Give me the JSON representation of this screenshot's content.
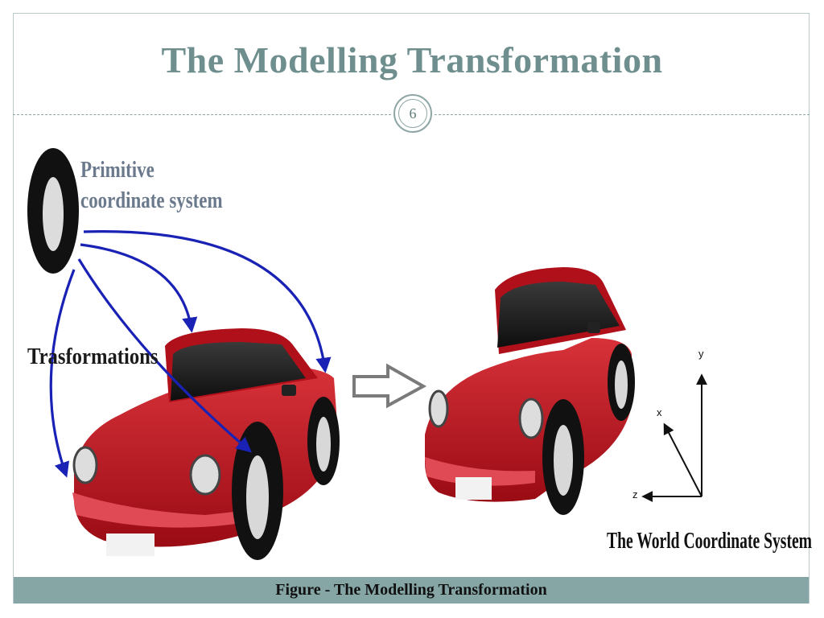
{
  "slide": {
    "title": "The Modelling Transformation",
    "page_number": "6"
  },
  "figure": {
    "label_primitive_line1": "Primitive",
    "label_primitive_line2": "coordinate system",
    "label_transformations": "Trasformations",
    "label_world": "The World Coordinate System",
    "axis_y": "y",
    "axis_x": "x",
    "axis_z": "z",
    "caption": "Figure - The Modelling Transformation"
  },
  "colors": {
    "title": "#6f8e8e",
    "caption_bar": "#86a6a6",
    "car_red": "#b0101a",
    "arrow_blue": "#1a22b5"
  }
}
